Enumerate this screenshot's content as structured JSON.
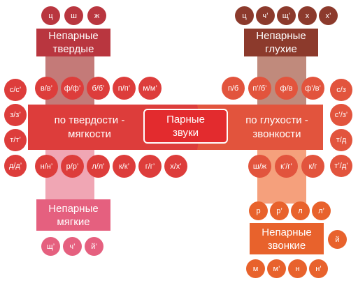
{
  "colors": {
    "hard": "#b9363f",
    "voiceless": "#8c3a2c",
    "soft": "#e5607f",
    "voiced": "#e8622c",
    "left_band": "#dd3d3b",
    "right_band": "#e2543d",
    "center": "#e32b2e"
  },
  "center": {
    "label": "Парные\nзвуки"
  },
  "left_band": {
    "label": "по твердости -\nмягкости"
  },
  "right_band": {
    "label": "по глухости -\nзвонкости"
  },
  "hard": {
    "label": "Непарные\nтвердые",
    "sounds": [
      "ц",
      "ш",
      "ж"
    ]
  },
  "voiceless": {
    "label": "Непарные\nглухие",
    "sounds": [
      "ц",
      "ч’",
      "щ’",
      "х",
      "х’"
    ]
  },
  "soft": {
    "label": "Непарные\nмягкие",
    "sounds": [
      "щ’",
      "ч’",
      "й’"
    ]
  },
  "voiced": {
    "label": "Непарные\nзвонкие",
    "sounds_top": [
      "р",
      "р’",
      "л",
      "л’"
    ],
    "sound_side": "й",
    "sounds_bottom": [
      "м",
      "м’",
      "н",
      "н’"
    ]
  },
  "left_pairs": {
    "top": [
      "в/в’",
      "ф/ф’",
      "б/б’",
      "п/п’",
      "м/м’"
    ],
    "bottom": [
      "н/н’",
      "р/р’",
      "л/л’",
      "к/к’",
      "г/г’",
      "х/х’"
    ],
    "side": [
      "с/с’",
      "з/з’",
      "т/т’",
      "д/д’"
    ]
  },
  "right_pairs": {
    "top": [
      "п/б",
      "п’/б’",
      "ф/в",
      "ф’/в’"
    ],
    "bottom": [
      "ш/ж",
      "к’/г’",
      "к/г"
    ],
    "side": [
      "с/з",
      "с’/з’",
      "т/д",
      "т’/д’"
    ]
  }
}
